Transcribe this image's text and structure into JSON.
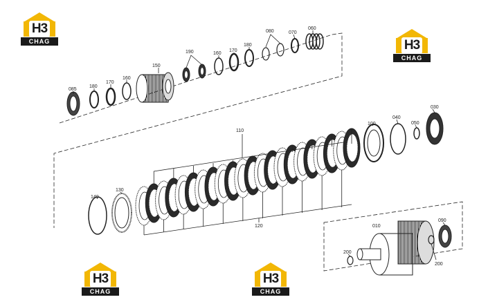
{
  "logo": {
    "mark": "H3",
    "word": "CHAG"
  },
  "labels": {
    "l030": "030",
    "l040": "040",
    "l050": "050",
    "l060": "060",
    "l070": "070",
    "l080": "080",
    "l085": "085",
    "l090": "090",
    "l100": "100",
    "l110": "110",
    "l120": "120",
    "l130": "130",
    "l140": "140",
    "l150": "150",
    "l160a": "160",
    "l160b": "160",
    "l170a": "170",
    "l170b": "170",
    "l180a": "180",
    "l180b": "180",
    "l190": "190",
    "l200a": "200",
    "l200b": "200",
    "l010": "010"
  }
}
